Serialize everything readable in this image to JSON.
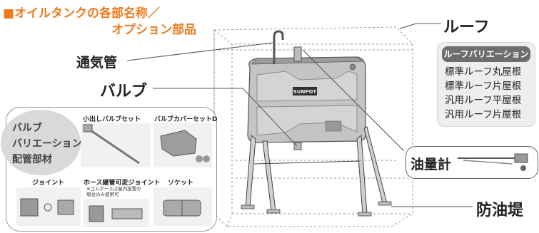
{
  "heading": {
    "line1": "■オイルタンクの各部名称／",
    "line2": "オプション部品"
  },
  "callouts": {
    "vent_pipe": "通気管",
    "valve": "バルブ",
    "roof": "ルーフ",
    "oil_gauge": "油量計",
    "oil_dike": "防油堤"
  },
  "tank_nameplate": "SUNPOT",
  "roof_variations": {
    "title": "ルーフバリエーション",
    "items": [
      "標準ルーフ丸屋根",
      "標準ルーフ片屋根",
      "汎用ルーフ平屋根",
      "汎用ルーフ片屋根"
    ]
  },
  "parts_panel": {
    "variation_lines": [
      "バルブ",
      "バリエーション",
      "配管部材"
    ],
    "parts": [
      {
        "label": "小出しバルブセット"
      },
      {
        "label": "バルブカバーセットD"
      },
      {
        "label": "ジョイント"
      },
      {
        "label": "ホース継管可変ジョイント",
        "note": [
          "※ゴムホースは屋内設置の",
          "場合のみ使用可"
        ]
      },
      {
        "label": "ソケット"
      }
    ]
  },
  "colors": {
    "heading": "#f07a1e",
    "tank_body": "#b9b9b9",
    "roof_header": "#6d6d6d"
  }
}
